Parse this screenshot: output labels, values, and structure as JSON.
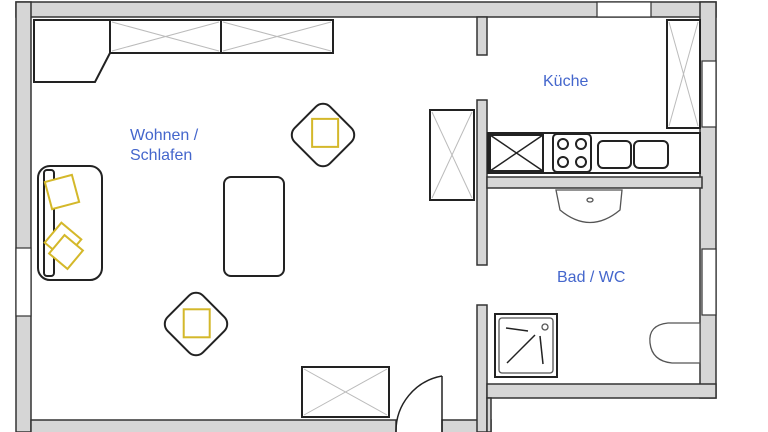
{
  "rooms": {
    "living": {
      "line1": "Wohnen /",
      "line2": "Schlafen"
    },
    "kitchen": "Küche",
    "bathroom": "Bad / WC"
  },
  "colors": {
    "label": "#4466cc",
    "wall": "#d6d6d6",
    "pillow": "#d4b82a"
  }
}
